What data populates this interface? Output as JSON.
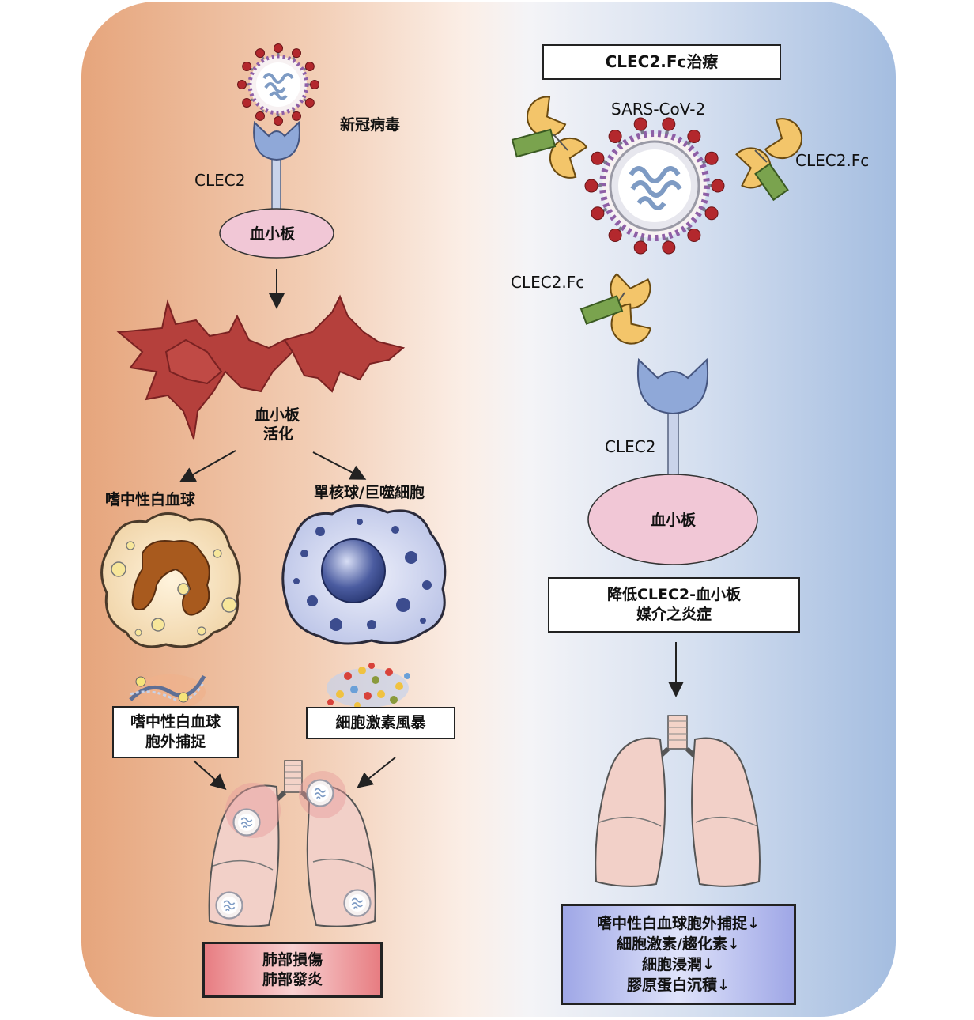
{
  "left_panel": {
    "virus_label": "新冠病毒",
    "receptor_label": "CLEC2",
    "platelet_label": "血小板",
    "activation_label": [
      "血小板",
      "活化"
    ],
    "neutrophil_label": "嗜中性白血球",
    "monocyte_label": "單核球/巨噬細胞",
    "net_box": [
      "嗜中性白血球",
      "胞外捕捉"
    ],
    "storm_box": "細胞激素風暴",
    "outcome_box": [
      "肺部損傷",
      "肺部發炎"
    ]
  },
  "right_panel": {
    "header_box": "CLEC2.Fc治療",
    "virus_label": "SARS-CoV-2",
    "fc_label_right": "CLEC2.Fc",
    "fc_label_left": "CLEC2.Fc",
    "receptor_label": "CLEC2",
    "platelet_label": "血小板",
    "mechanism_box": [
      "降低CLEC2-血小板",
      "媒介之炎症"
    ],
    "outcome_box": [
      "嗜中性白血球胞外捕捉↓",
      "細胞激素/趨化素↓",
      "細胞浸潤↓",
      "膠原蛋白沉積↓"
    ]
  },
  "colors": {
    "left_bg": "#e6a77f",
    "right_bg": "#a9c0e0",
    "virus_spike": "#b3282d",
    "platelet": "#f0c6d6",
    "activated_platelet": "#b5403c",
    "receptor": "#8aa6d8",
    "fc_yellow": "#f3c56a",
    "fc_green": "#7aa34e",
    "lung": "#f3d5cf",
    "outcome_red": "#e9868a",
    "outcome_blue": "#b3b8ea"
  }
}
